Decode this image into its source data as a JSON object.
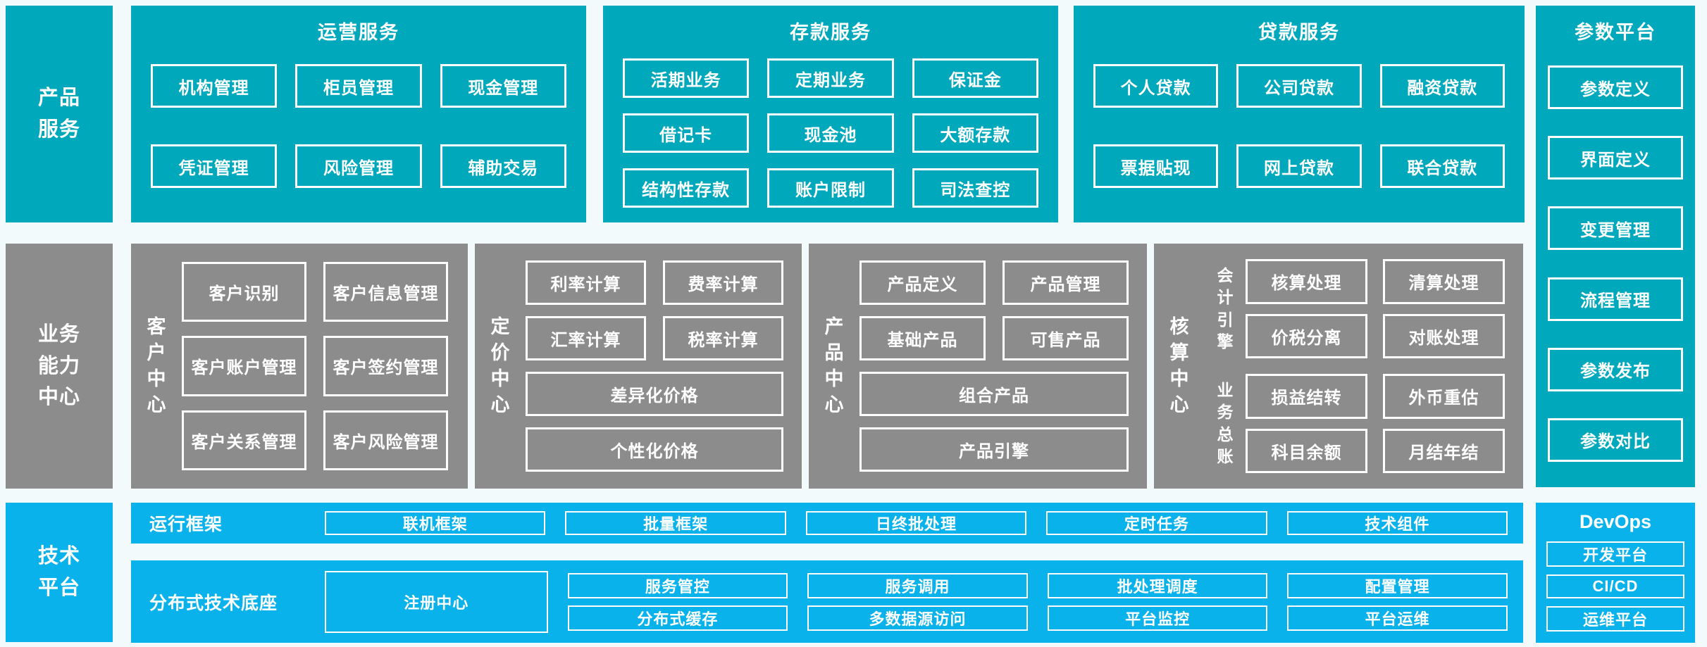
{
  "palette": {
    "teal": "#00A8BC",
    "gray": "#8C8C8C",
    "blue": "#0AB2EC",
    "background": "#F2FAFB",
    "box_border": "#FFFFFF",
    "text": "#FFFFFF"
  },
  "side_labels": {
    "product_services": "产品\n服务",
    "business_capability": "业务\n能力\n中心",
    "tech_platform": "技术\n平台"
  },
  "product_row": {
    "operation": {
      "title": "运营服务",
      "items": [
        "机构管理",
        "柜员管理",
        "现金管理",
        "凭证管理",
        "风险管理",
        "辅助交易"
      ]
    },
    "deposit": {
      "title": "存款服务",
      "items": [
        "活期业务",
        "定期业务",
        "保证金",
        "借记卡",
        "现金池",
        "大额存款",
        "结构性存款",
        "账户限制",
        "司法查控"
      ]
    },
    "loan": {
      "title": "贷款服务",
      "items": [
        "个人贷款",
        "公司贷款",
        "融资贷款",
        "票据贴现",
        "网上贷款",
        "联合贷款"
      ]
    }
  },
  "capability_row": {
    "customer": {
      "label": "客户中心",
      "items": [
        "客户识别",
        "客户信息管理",
        "客户账户管理",
        "客户签约管理",
        "客户关系管理",
        "客户风险管理"
      ]
    },
    "pricing": {
      "label": "定价中心",
      "items": [
        "利率计算",
        "费率计算",
        "汇率计算",
        "税率计算"
      ],
      "wide_items": [
        "差异化价格",
        "个性化价格"
      ]
    },
    "product": {
      "label": "产品中心",
      "items": [
        "产品定义",
        "产品管理",
        "基础产品",
        "可售产品"
      ],
      "wide_items": [
        "组合产品",
        "产品引擎"
      ]
    },
    "accounting": {
      "label": "核算中心",
      "groups": [
        {
          "label": "会计引擎",
          "items": [
            "核算处理",
            "清算处理",
            "价税分离",
            "对账处理"
          ]
        },
        {
          "label": "业务总账",
          "items": [
            "损益结转",
            "外币重估",
            "科目余额",
            "月结年结"
          ]
        }
      ]
    }
  },
  "tech_rows": {
    "runtime": {
      "label": "运行框架",
      "items": [
        "联机框架",
        "批量框架",
        "日终批处理",
        "定时任务",
        "技术组件"
      ]
    },
    "distributed": {
      "label": "分布式技术底座",
      "registry": "注册中心",
      "columns": [
        [
          "服务管控",
          "分布式缓存"
        ],
        [
          "服务调用",
          "多数据源访问"
        ],
        [
          "批处理调度",
          "平台监控"
        ],
        [
          "配置管理",
          "平台运维"
        ]
      ]
    }
  },
  "right_column": {
    "parameter_platform": {
      "title": "参数平台",
      "items": [
        "参数定义",
        "界面定义",
        "变更管理",
        "流程管理",
        "参数发布",
        "参数对比"
      ]
    },
    "devops": {
      "title": "DevOps",
      "items": [
        "开发平台",
        "CI/CD",
        "运维平台"
      ]
    }
  }
}
